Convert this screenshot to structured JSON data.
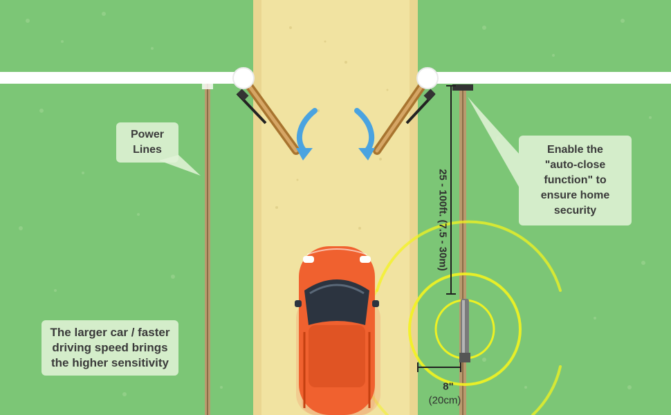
{
  "labels": {
    "power_lines": "Power\nLines",
    "auto_close": "Enable the\n\"auto-close\nfunction\" to\nensure home\nsecurity",
    "sensitivity": "The larger car / faster\ndriving speed brings\nthe higher sensitivity"
  },
  "dimensions": {
    "range": "25 - 100ft. (7.5 - 30m)",
    "width_in": "8\"",
    "width_cm": "(20cm)"
  },
  "colors": {
    "grass": "#7cc676",
    "road": "#f1e3a1",
    "car": "#f0612f",
    "signal": "#f3f320",
    "arrow": "#4aa3e0"
  }
}
